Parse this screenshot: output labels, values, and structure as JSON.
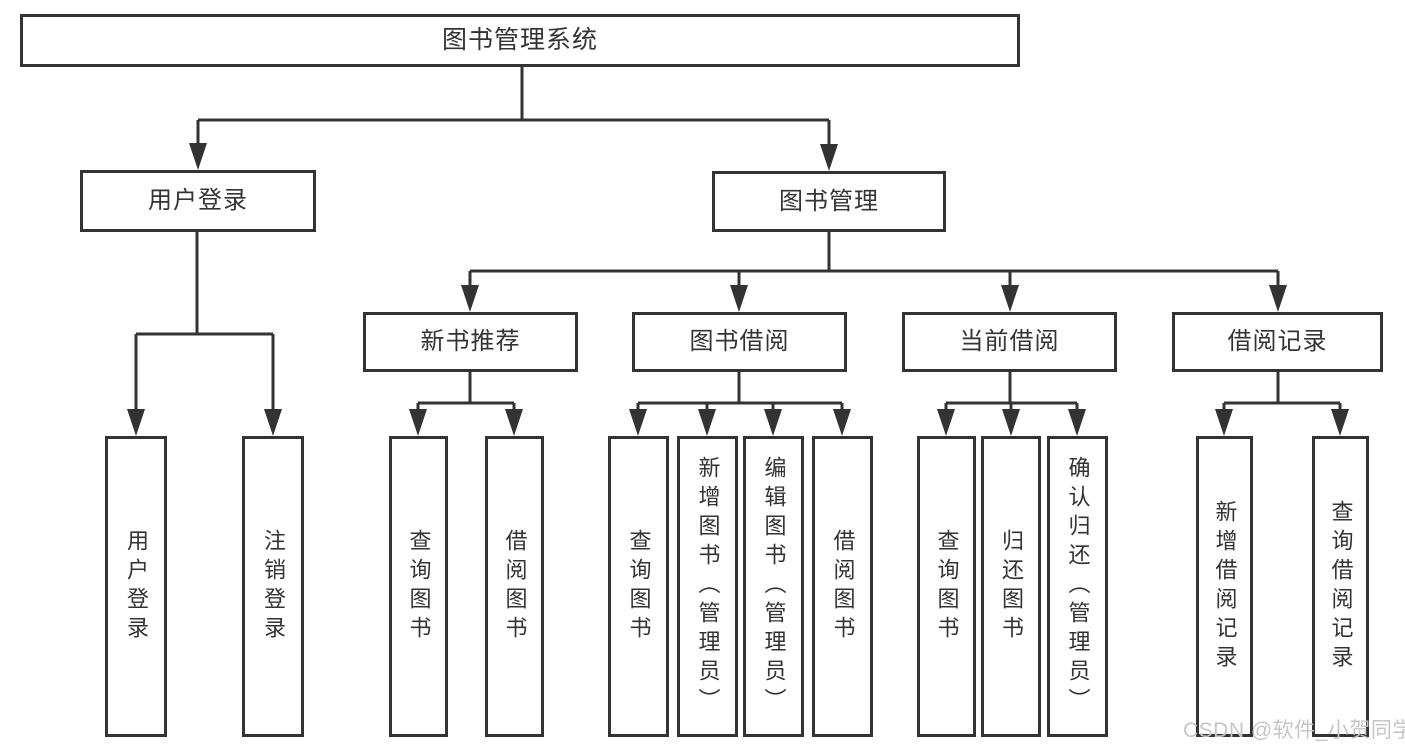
{
  "diagram": {
    "title": "图书管理系统",
    "tree": {
      "label": "图书管理系统",
      "children": [
        {
          "label": "用户登录",
          "children": [
            {
              "label": "用户登录"
            },
            {
              "label": "注销登录"
            }
          ]
        },
        {
          "label": "图书管理",
          "children": [
            {
              "label": "新书推荐",
              "children": [
                {
                  "label": "查询图书"
                },
                {
                  "label": "借阅图书"
                }
              ]
            },
            {
              "label": "图书借阅",
              "children": [
                {
                  "label": "查询图书"
                },
                {
                  "label": "新增图书（管理员）"
                },
                {
                  "label": "编辑图书（管理员）"
                },
                {
                  "label": "借阅图书"
                }
              ]
            },
            {
              "label": "当前借阅",
              "children": [
                {
                  "label": "查询图书"
                },
                {
                  "label": "归还图书"
                },
                {
                  "label": "确认归还（管理员）"
                }
              ]
            },
            {
              "label": "借阅记录",
              "children": [
                {
                  "label": "新增借阅记录"
                },
                {
                  "label": "查询借阅记录"
                }
              ]
            }
          ]
        }
      ]
    }
  },
  "watermark": {
    "text": "CSDN @软件_小贺同学"
  },
  "colors": {
    "line": "#333333",
    "text": "#333333",
    "background": "#ffffff",
    "watermark": "#c6c6c6"
  }
}
